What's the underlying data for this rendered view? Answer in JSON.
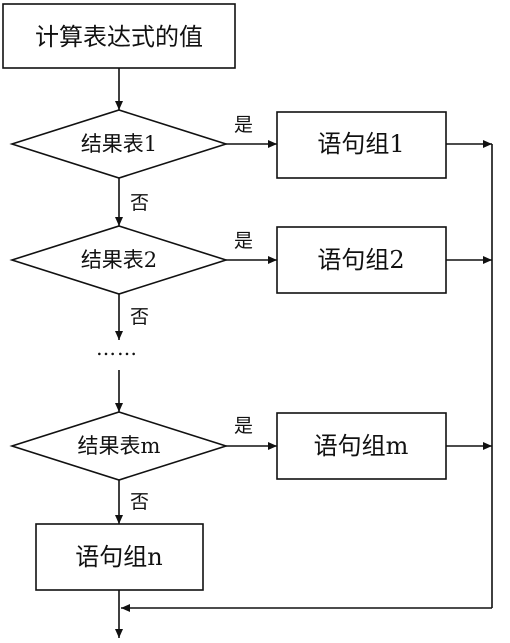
{
  "start_box": "计算表达式的值",
  "conditions": [
    "结果表1",
    "结果表2",
    "结果表m"
  ],
  "statement_groups": [
    "语句组1",
    "语句组2",
    "语句组m"
  ],
  "else_group": "语句组n",
  "yes_label": "是",
  "no_label": "否",
  "ellipsis": "……"
}
